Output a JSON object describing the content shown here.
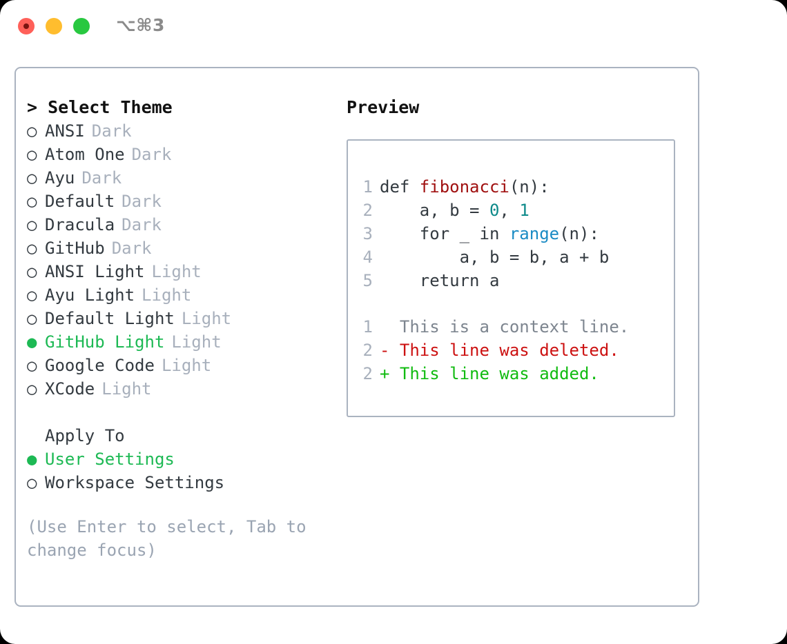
{
  "window": {
    "shortcut": "⌥⌘3",
    "traffic_lights": [
      {
        "name": "close",
        "color": "#ff6059"
      },
      {
        "name": "minimize",
        "color": "#ffbd2e"
      },
      {
        "name": "maximize",
        "color": "#28c840"
      }
    ]
  },
  "theme_picker": {
    "title": "> Select Theme",
    "marker_selected": "●",
    "marker_unselected": "○",
    "selected_color": "#1db954",
    "tag_color": "#a8b0bc",
    "items": [
      {
        "label": "ANSI",
        "tag": "Dark",
        "selected": false
      },
      {
        "label": "Atom One",
        "tag": "Dark",
        "selected": false
      },
      {
        "label": "Ayu",
        "tag": "Dark",
        "selected": false
      },
      {
        "label": "Default",
        "tag": "Dark",
        "selected": false
      },
      {
        "label": "Dracula",
        "tag": "Dark",
        "selected": false
      },
      {
        "label": "GitHub",
        "tag": "Dark",
        "selected": false
      },
      {
        "label": "ANSI Light",
        "tag": "Light",
        "selected": false
      },
      {
        "label": "Ayu Light",
        "tag": "Light",
        "selected": false
      },
      {
        "label": "Default Light",
        "tag": "Light",
        "selected": false
      },
      {
        "label": "GitHub Light",
        "tag": "Light",
        "selected": true
      },
      {
        "label": "Google Code",
        "tag": "Light",
        "selected": false
      },
      {
        "label": "XCode",
        "tag": "Light",
        "selected": false
      }
    ]
  },
  "apply_to": {
    "heading": "Apply To",
    "items": [
      {
        "label": "User Settings",
        "selected": true
      },
      {
        "label": "Workspace Settings",
        "selected": false
      }
    ]
  },
  "hint": "(Use Enter to select, Tab to change focus)",
  "preview": {
    "title": "Preview",
    "code_lines": [
      {
        "no": "1",
        "tokens": [
          {
            "text": "def ",
            "kind": "plain"
          },
          {
            "text": "fibonacci",
            "kind": "fn"
          },
          {
            "text": "(n):",
            "kind": "plain"
          }
        ]
      },
      {
        "no": "2",
        "tokens": [
          {
            "text": "    a, b = ",
            "kind": "plain"
          },
          {
            "text": "0",
            "kind": "num"
          },
          {
            "text": ", ",
            "kind": "plain"
          },
          {
            "text": "1",
            "kind": "num"
          }
        ]
      },
      {
        "no": "3",
        "tokens": [
          {
            "text": "    for _ in ",
            "kind": "plain"
          },
          {
            "text": "range",
            "kind": "call"
          },
          {
            "text": "(n):",
            "kind": "plain"
          }
        ]
      },
      {
        "no": "4",
        "tokens": [
          {
            "text": "        a, b = b, a + b",
            "kind": "plain"
          }
        ]
      },
      {
        "no": "5",
        "tokens": [
          {
            "text": "    return a",
            "kind": "plain"
          }
        ]
      }
    ],
    "diff_lines": [
      {
        "no": "1",
        "sign": "  ",
        "text": "This is a context line.",
        "kind": "ctx"
      },
      {
        "no": "2",
        "sign": "- ",
        "text": "This line was deleted.",
        "kind": "del"
      },
      {
        "no": "2",
        "sign": "+ ",
        "text": "This line was added.",
        "kind": "add"
      }
    ]
  }
}
